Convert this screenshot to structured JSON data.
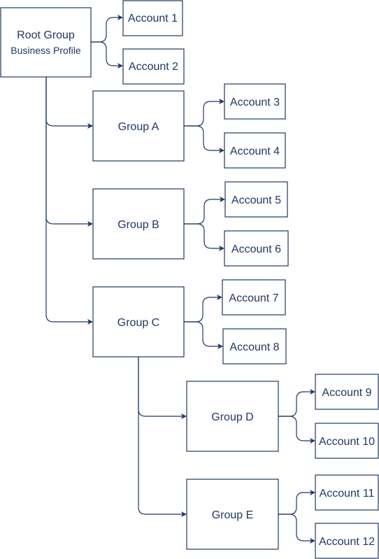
{
  "diagram": {
    "root": {
      "title": "Root Group",
      "subtitle": "Business Profile"
    },
    "groups": {
      "a": "Group A",
      "b": "Group B",
      "c": "Group C",
      "d": "Group D",
      "e": "Group E"
    },
    "accounts": {
      "a1": "Account 1",
      "a2": "Account 2",
      "a3": "Account 3",
      "a4": "Account 4",
      "a5": "Account 5",
      "a6": "Account 6",
      "a7": "Account 7",
      "a8": "Account 8",
      "a9": "Account 9",
      "a10": "Account 10",
      "a11": "Account 11",
      "a12": "Account 12"
    },
    "colors": {
      "stroke": "#1f3864",
      "text": "#1f3864",
      "background": "#ffffff"
    }
  }
}
